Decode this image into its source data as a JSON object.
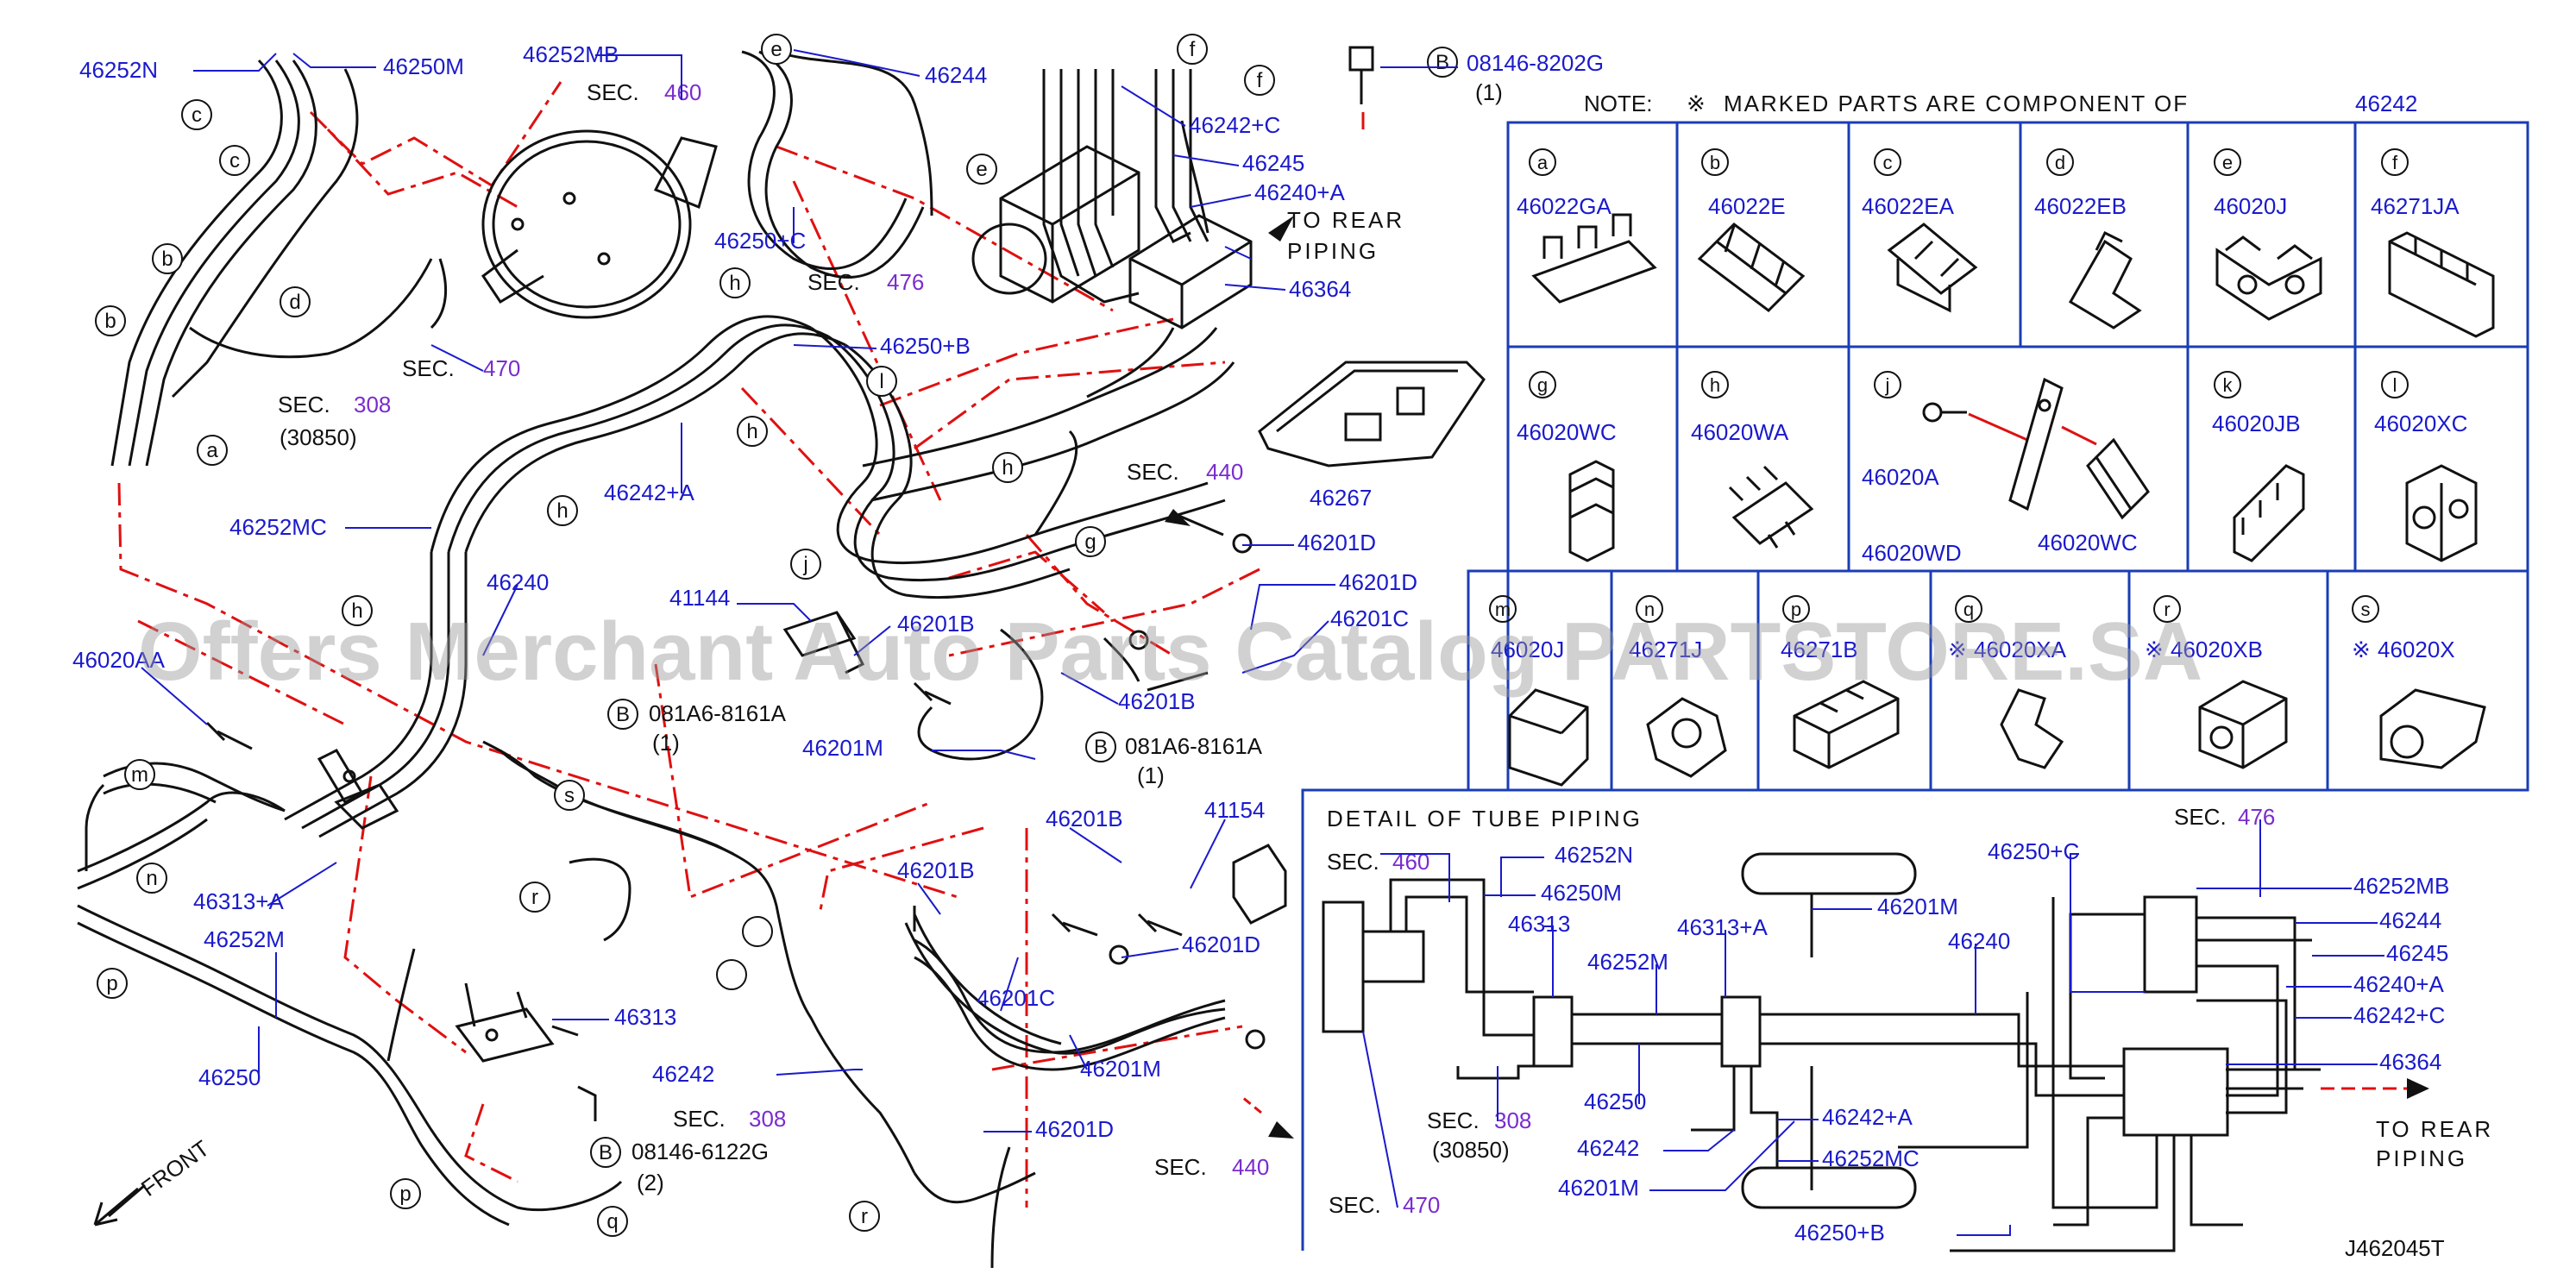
{
  "diagram_id": "J462045T",
  "note": {
    "prefix": "NOTE:",
    "mark": "※",
    "text": "MARKED PARTS ARE COMPONENT OF",
    "part": "46242"
  },
  "watermark": "Offers Merchant Auto Parts Catalog PARTSTORE.SA",
  "directions": {
    "front": "FRONT",
    "rear_piping_line1": "TO REAR",
    "rear_piping_line2": "PIPING"
  },
  "detail_title": "DETAIL OF TUBE PIPING",
  "callout_letters": [
    "a",
    "b",
    "c",
    "d",
    "e",
    "f",
    "g",
    "h",
    "j",
    "k",
    "l",
    "m",
    "n",
    "p",
    "q",
    "r",
    "s"
  ],
  "bolt_marker": "B",
  "parts_table": {
    "row1": [
      {
        "letter": "a",
        "part": "46022GA"
      },
      {
        "letter": "b",
        "part": "46022E"
      },
      {
        "letter": "c",
        "part": "46022EA"
      },
      {
        "letter": "d",
        "part": "46022EB"
      },
      {
        "letter": "e",
        "part": "46020J"
      },
      {
        "letter": "f",
        "part": "46271JA"
      }
    ],
    "row2": [
      {
        "letter": "g",
        "part": "46020WC"
      },
      {
        "letter": "h",
        "part": "46020WA"
      },
      {
        "letter": "j",
        "part": "46020A",
        "part2": "46020WD",
        "part3": "46020WC"
      },
      {
        "letter": "k",
        "part": "46020JB"
      },
      {
        "letter": "l",
        "part": "46020XC"
      }
    ],
    "row3": [
      {
        "letter": "m",
        "part": "46020J"
      },
      {
        "letter": "n",
        "part": "46271J"
      },
      {
        "letter": "p",
        "part": "46271B"
      },
      {
        "letter": "q",
        "part": "46020XA",
        "marked": true
      },
      {
        "letter": "r",
        "part": "46020XB",
        "marked": true
      },
      {
        "letter": "s",
        "part": "46020X",
        "marked": true
      }
    ]
  },
  "labels": {
    "p46252N": "46252N",
    "p46250M": "46250M",
    "p46252MB": "46252MB",
    "sec": "SEC.",
    "s460": "460",
    "s476": "476",
    "s470": "470",
    "s308": "308",
    "s440": "440",
    "s30850": "(30850)",
    "p46244": "46244",
    "p46242C": "46242+C",
    "p46245": "46245",
    "p46240A": "46240+A",
    "p46250C": "46250+C",
    "p46364": "46364",
    "p46250B": "46250+B",
    "p46242A": "46242+A",
    "p46252MC": "46252MC",
    "p46240": "46240",
    "p41144": "41144",
    "p46201B": "46201B",
    "p46201D": "46201D",
    "p46201C": "46201C",
    "p46201M": "46201M",
    "p46267": "46267",
    "p46020AA": "46020AA",
    "p081A6": "081A6-8161A",
    "one": "(1)",
    "two": "(2)",
    "p46313A": "46313+A",
    "p46252M": "46252M",
    "p46250": "46250",
    "p46313": "46313",
    "p46242": "46242",
    "p08146_6122G": "08146-6122G",
    "p08146_8202G": "08146-8202G",
    "p41154": "41154"
  }
}
